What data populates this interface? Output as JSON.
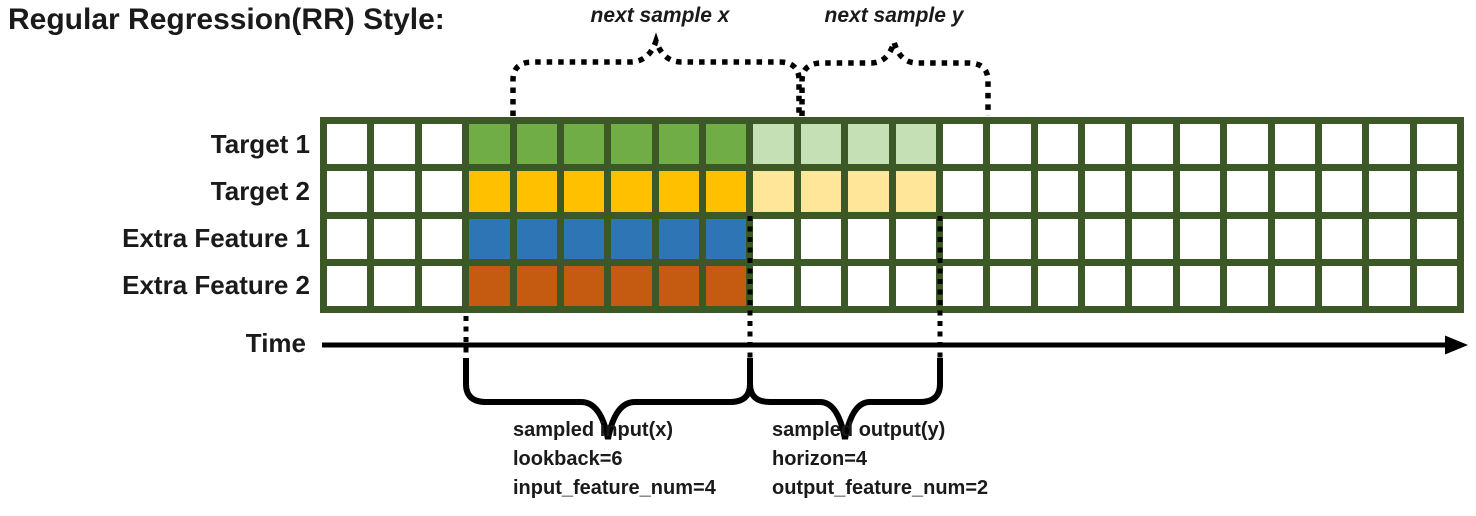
{
  "title": "Regular Regression(RR) Style:",
  "colors": {
    "grid_border": "#3B5826",
    "target1_dark": "#70AD47",
    "target1_light": "#C5E0B4",
    "target2_dark": "#FFC000",
    "target2_light": "#FFE699",
    "feature1_dark": "#2E75B6",
    "feature2_dark": "#C55A11",
    "line_black": "#000000"
  },
  "grid": {
    "num_columns": 24,
    "rows": [
      {
        "label": "Target 1",
        "segments": [
          {
            "from": 3,
            "to": 8,
            "color": "target1_dark"
          },
          {
            "from": 9,
            "to": 12,
            "color": "target1_light"
          }
        ]
      },
      {
        "label": "Target 2",
        "segments": [
          {
            "from": 3,
            "to": 8,
            "color": "target2_dark"
          },
          {
            "from": 9,
            "to": 12,
            "color": "target2_light"
          }
        ]
      },
      {
        "label": "Extra Feature 1",
        "segments": [
          {
            "from": 3,
            "to": 8,
            "color": "feature1_dark"
          }
        ]
      },
      {
        "label": "Extra Feature 2",
        "segments": [
          {
            "from": 3,
            "to": 8,
            "color": "feature2_dark"
          }
        ]
      }
    ]
  },
  "annotations": {
    "next_sample_x": "next sample x",
    "next_sample_y": "next sample y",
    "time_label": "Time",
    "input_lines": [
      "sampled input(x)",
      "lookback=6",
      "input_feature_num=4"
    ],
    "output_lines": [
      "sampled output(y)",
      "horizon=4",
      "output_feature_num=2"
    ]
  }
}
